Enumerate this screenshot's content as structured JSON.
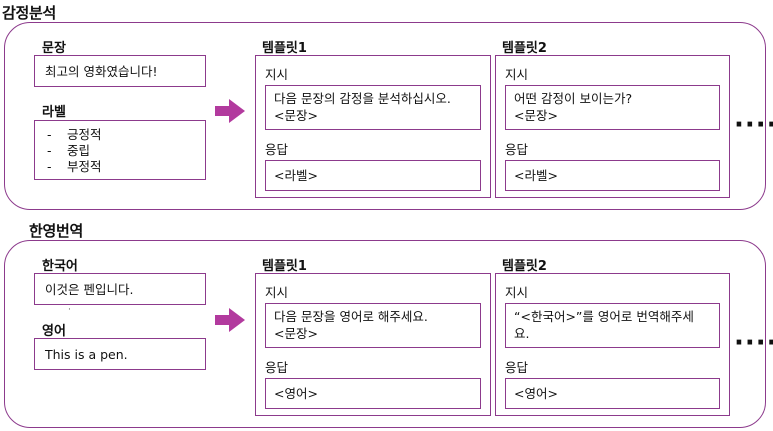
{
  "sentiment": {
    "title": "감정분석",
    "sentence_label": "문장",
    "sentence_value": "최고의 영화였습니다!",
    "label_label": "라벨",
    "label_items": [
      "긍정적",
      "중립",
      "부정적"
    ],
    "template1": {
      "title": "템플릿1",
      "instruction_label": "지시",
      "instruction_line1": "다음 문장의 감정을 분석하십시오.",
      "instruction_line2": "<문장>",
      "response_label": "응답",
      "response_value": "<라벨>"
    },
    "template2": {
      "title": "템플릿2",
      "instruction_label": "지시",
      "instruction_line1": "어떤 감정이 보이는가?",
      "instruction_line2": "<문장>",
      "response_label": "응답",
      "response_value": "<라벨>"
    },
    "more": "····"
  },
  "translation": {
    "title": "한영번역",
    "korean_label": "한국어",
    "korean_value": "이것은 펜입니다.",
    "stray_mark": "·",
    "english_label": "영어",
    "english_value": "This is a pen.",
    "template1": {
      "title": "템플릿1",
      "instruction_label": "지시",
      "instruction_line1": "다음 문장을 영어로 해주세요.",
      "instruction_line2": "<문장>",
      "response_label": "응답",
      "response_value": "<영어>"
    },
    "template2": {
      "title": "템플릿2",
      "instruction_label": "지시",
      "instruction_line1": "“<한국어>”를 영어로 번역해주세",
      "instruction_line2": "요.",
      "response_label": "응답",
      "response_value": "<영어>"
    },
    "more": "····"
  },
  "colors": {
    "border": "#8c3a8c",
    "arrow": "#b23a9e"
  }
}
